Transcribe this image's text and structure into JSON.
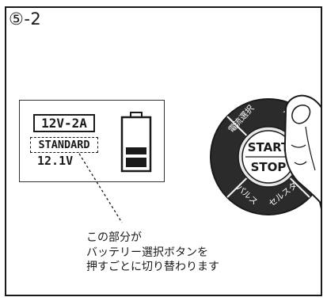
{
  "step_label": "⑤-2",
  "display": {
    "voltage_mode": "12V-2A",
    "battery_type": "STANDARD",
    "voltage_reading": "12.1V"
  },
  "note_lines": [
    "この部分が",
    "バッテリー選択ボタンを",
    "押すごとに切り替わります"
  ],
  "knob": {
    "center_line1": "START",
    "center_line2": "STOP",
    "segments": [
      "電流選択",
      "バ",
      "パルス",
      "セルスタ"
    ]
  },
  "colors": {
    "ink": "#1a1a1a",
    "knob_dark": "#2b2b2b",
    "knob_ring": "#e8e8e8"
  }
}
